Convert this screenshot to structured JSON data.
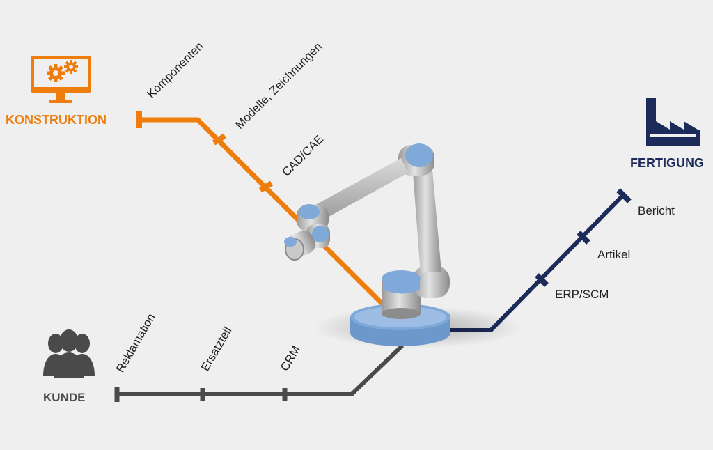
{
  "colors": {
    "konstruktion": "#ef7d0b",
    "fertigung": "#1c2b5a",
    "kunde": "#4a4a4a",
    "robot_accent": "#7fa9d8"
  },
  "nodes": {
    "konstruktion": {
      "label": "KONSTRUKTION",
      "icon": "computer-gears-icon"
    },
    "fertigung": {
      "label": "FERTIGUNG",
      "icon": "factory-icon"
    },
    "kunde": {
      "label": "KUNDE",
      "icon": "people-icon"
    }
  },
  "lines": {
    "konstruktion": {
      "stations": [
        "Komponenten",
        "Modelle, Zeichnungen",
        "CAD/CAE"
      ]
    },
    "fertigung": {
      "stations": [
        "Bericht",
        "Artikel",
        "ERP/SCM"
      ]
    },
    "kunde": {
      "stations": [
        "Reklamation",
        "Ersatzteil",
        "CRM"
      ]
    }
  },
  "hub": {
    "icon": "robot-arm-icon"
  }
}
